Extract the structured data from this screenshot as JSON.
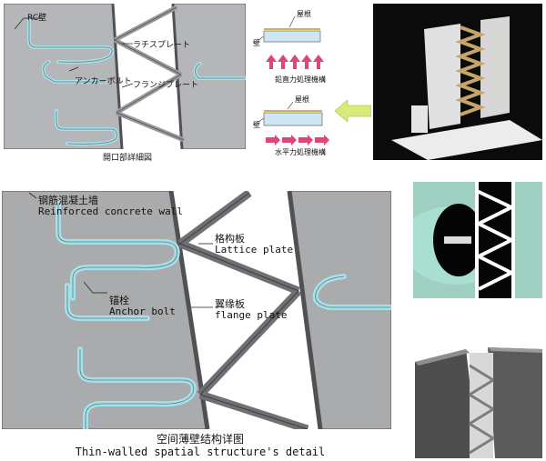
{
  "top_detail": {
    "rc_wall": "RC壁",
    "lath_plate": "ラチスプレート",
    "anchor_bolt": "アンカーボルト",
    "flange_plate": "フランジプレート",
    "caption": "開口部詳細図"
  },
  "mechanism": {
    "vertical": {
      "roof": "屋根",
      "wall": "壁",
      "caption": "鉛直力処理機構"
    },
    "horizontal": {
      "roof": "屋根",
      "wall": "壁",
      "caption": "水平力処理機構"
    }
  },
  "main_detail": {
    "wall_cn": "钢筋混凝土墙",
    "wall_en": "Reinforced concrete wall",
    "lattice_cn": "格构板",
    "lattice_en": "Lattice plate",
    "anchor_cn": "锚栓",
    "anchor_en": "Anchor bolt",
    "flange_cn": "翼缘板",
    "flange_en": "flange plate",
    "caption_cn": "空间薄壁结构详图",
    "caption_en": "Thin-walled spatial structure's detail"
  },
  "colors": {
    "wall_gray": "#a9abac",
    "wall_gray_top": "#b4b6ba",
    "rebar_cyan": "#a8e0e8",
    "plate_dark": "#4f5154",
    "arrow_pink": "#e0457a",
    "arrow_green": "#d9ea7a",
    "photo_teal": "#9fcfc1"
  },
  "icons": [
    "pink-up-arrow-icon",
    "pink-right-arrow-icon",
    "green-left-arrow-icon"
  ]
}
